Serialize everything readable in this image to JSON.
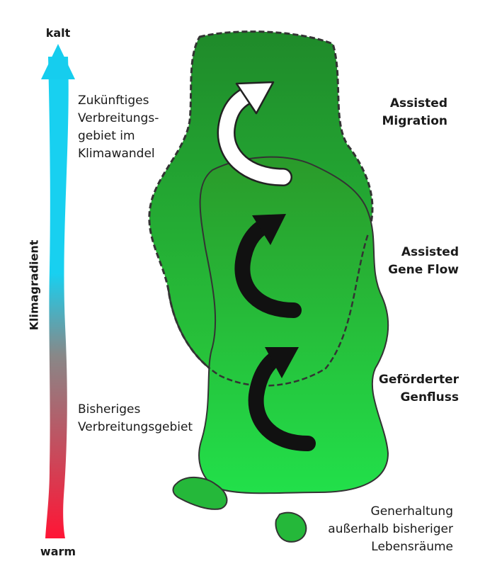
{
  "gradient": {
    "top_label": "kalt",
    "bottom_label": "warm",
    "axis_label": "Klimagradient",
    "color_cold": "#18d0f0",
    "color_mid": "#888888",
    "color_warm": "#ff1535"
  },
  "labels": {
    "future_range": [
      "Zukünftiges",
      "Verbreitungs-",
      "gebiet im",
      "Klimawandel"
    ],
    "current_range": [
      "Bisheriges",
      "Verbreitungsgebiet"
    ],
    "assisted_migration": [
      "Assisted",
      "Migration"
    ],
    "assisted_gene_flow": [
      "Assisted",
      "Gene Flow"
    ],
    "promoted_gene_flow": [
      "Geförderter",
      "Genfluss"
    ],
    "ex_situ": [
      "Generhaltung",
      "außerhalb bisheriger",
      "Lebensräume"
    ]
  },
  "colors": {
    "range_dark": "#2a9a2a",
    "range_light": "#22e04a",
    "outline": "#333333",
    "arrow_white": "#ffffff",
    "arrow_black": "#111111"
  }
}
